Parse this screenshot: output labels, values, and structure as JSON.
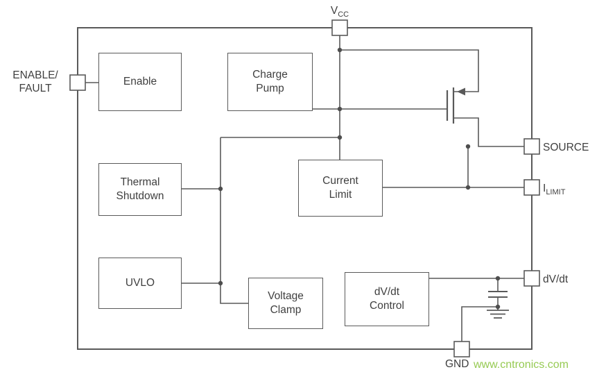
{
  "diagram": {
    "title": "power-switch-ic-functional-block-diagram",
    "blocks": {
      "enable": "Enable",
      "charge_pump": "Charge\nPump",
      "thermal_shutdown": "Thermal\nShutdown",
      "current_limit": "Current\nLimit",
      "uvlo": "UVLO",
      "voltage_clamp": "Voltage\nClamp",
      "dvdt_control": "dV/dt\nControl"
    },
    "pins": {
      "enable_fault": "ENABLE/\nFAULT",
      "vcc": {
        "main": "V",
        "sub": "CC"
      },
      "source": "SOURCE",
      "ilimit": {
        "main": "I",
        "sub": "LIMIT"
      },
      "dvdt": "dV/dt",
      "gnd": "GND"
    },
    "components": {
      "pass_transistor": "n-channel-mosfet",
      "dvdt_capacitor": "capacitor",
      "ground_symbol": "earth-ground"
    },
    "colors": {
      "line": "#595959",
      "text": "#3f3f3f",
      "watermark_green": "#8bc540",
      "background": "#ffffff"
    }
  },
  "watermark": "www.cntronics.com"
}
